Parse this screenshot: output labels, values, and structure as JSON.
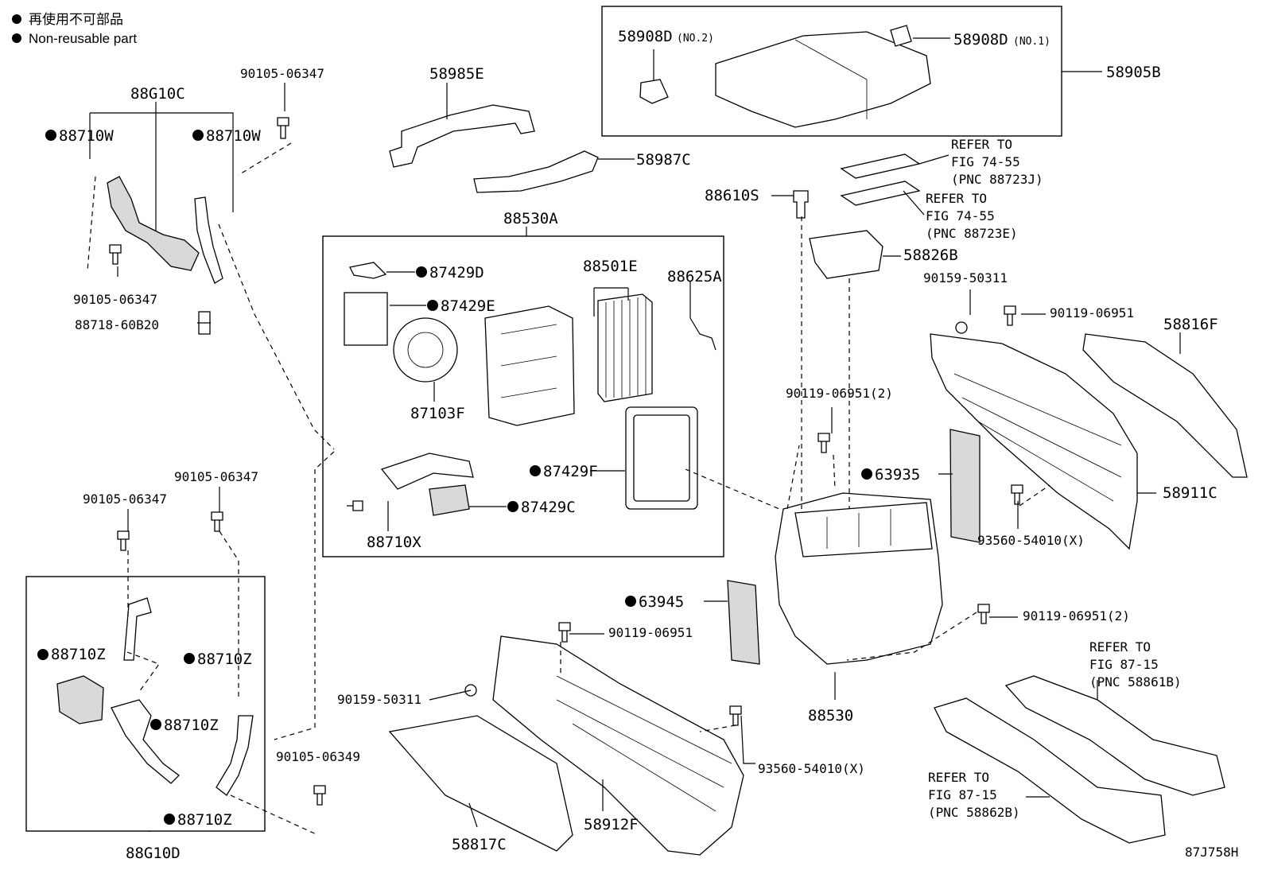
{
  "legend": {
    "line1": "再使用不可部品",
    "line2": "Non-reusable part"
  },
  "marker_symbol": "●",
  "labels": {
    "p_88G10C": "88G10C",
    "p_88710W_l": "88710W",
    "p_88710W_r": "88710W",
    "p_90105_06347_top": "90105-06347",
    "p_90105_06347_mid": "90105-06347",
    "p_88718_60B20": "88718-60B20",
    "p_58985E": "58985E",
    "p_58987C": "58987C",
    "p_58908D_no2": "58908D",
    "p_58908D_no2_suffix": "(NO.2)",
    "p_58908D_no1": "58908D",
    "p_58908D_no1_suffix": "(NO.1)",
    "p_58905B": "58905B",
    "p_88530A": "88530A",
    "p_87429D": "87429D",
    "p_87429E": "87429E",
    "p_88501E": "88501E",
    "p_88625A": "88625A",
    "p_87103F": "87103F",
    "p_87429F": "87429F",
    "p_87429C": "87429C",
    "p_88710X": "88710X",
    "p_88610S": "88610S",
    "p_58826B": "58826B",
    "p_90159_50311_top": "90159-50311",
    "p_90119_06951_top": "90119-06951",
    "p_58816F": "58816F",
    "p_90119_06951_2a": "90119-06951(2)",
    "p_63935": "63935",
    "p_58911C": "58911C",
    "p_93560_54010_a": "93560-54010(X)",
    "p_63945": "63945",
    "p_90119_06951_2b": "90119-06951(2)",
    "p_90119_06951_mid": "90119-06951",
    "p_88530": "88530",
    "p_90159_50311_bot": "90159-50311",
    "p_93560_54010_b": "93560-54010(X)",
    "p_58912F": "58912F",
    "p_58817C": "58817C",
    "p_90105_06347_l": "90105-06347",
    "p_90105_06347_r": "90105-06347",
    "p_88710Z_1": "88710Z",
    "p_88710Z_2": "88710Z",
    "p_88710Z_3": "88710Z",
    "p_88710Z_4": "88710Z",
    "p_90105_06349": "90105-06349",
    "p_88G10D": "88G10D",
    "fig_code": "87J758H"
  },
  "references": {
    "ref1": {
      "line1": "REFER TO",
      "line2": "FIG 74-55",
      "line3": "(PNC 88723J)"
    },
    "ref2": {
      "line1": "REFER TO",
      "line2": "FIG 74-55",
      "line3": "(PNC 88723E)"
    },
    "ref3": {
      "line1": "REFER TO",
      "line2": "FIG 87-15",
      "line3": "(PNC 58861B)"
    },
    "ref4": {
      "line1": "REFER TO",
      "line2": "FIG 87-15",
      "line3": "(PNC 58862B)"
    }
  }
}
